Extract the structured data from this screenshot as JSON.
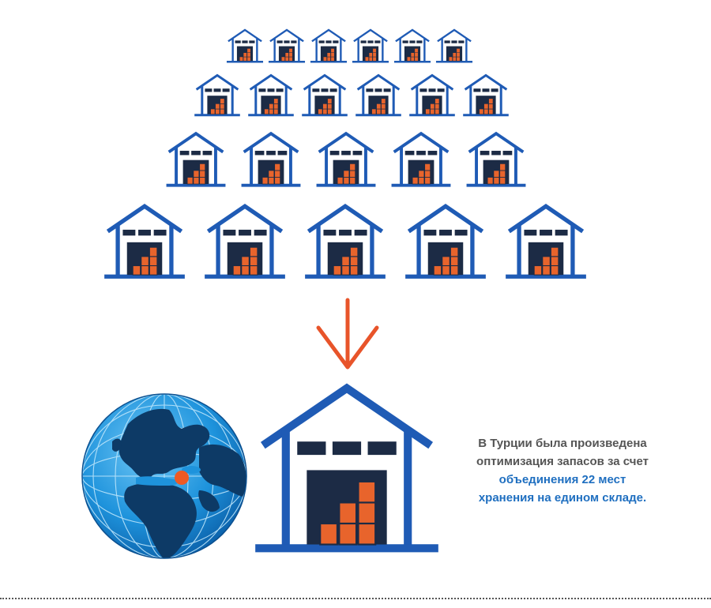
{
  "rows": [
    6,
    6,
    5,
    5
  ],
  "colors": {
    "blue": "#1f5bb5",
    "navy": "#1c2b45",
    "orange": "#e8642c",
    "arrow": "#e8542a",
    "ocean": "#1e93dc",
    "land": "#0d3a66",
    "marker": "#ee5a24",
    "text_gray": "#555555",
    "text_blue": "#1f6fc0"
  },
  "icons": {
    "small_warehouse": "warehouse-icon",
    "large_warehouse": "warehouse-icon",
    "arrow": "arrow-down-icon",
    "globe": "globe-icon",
    "location": "location-marker-icon"
  },
  "caption": {
    "line1": "В Турции была произведена",
    "line2": "оптимизация запасов за счет",
    "line3": "объединения 22 мест",
    "line4": "хранения на едином складе."
  }
}
